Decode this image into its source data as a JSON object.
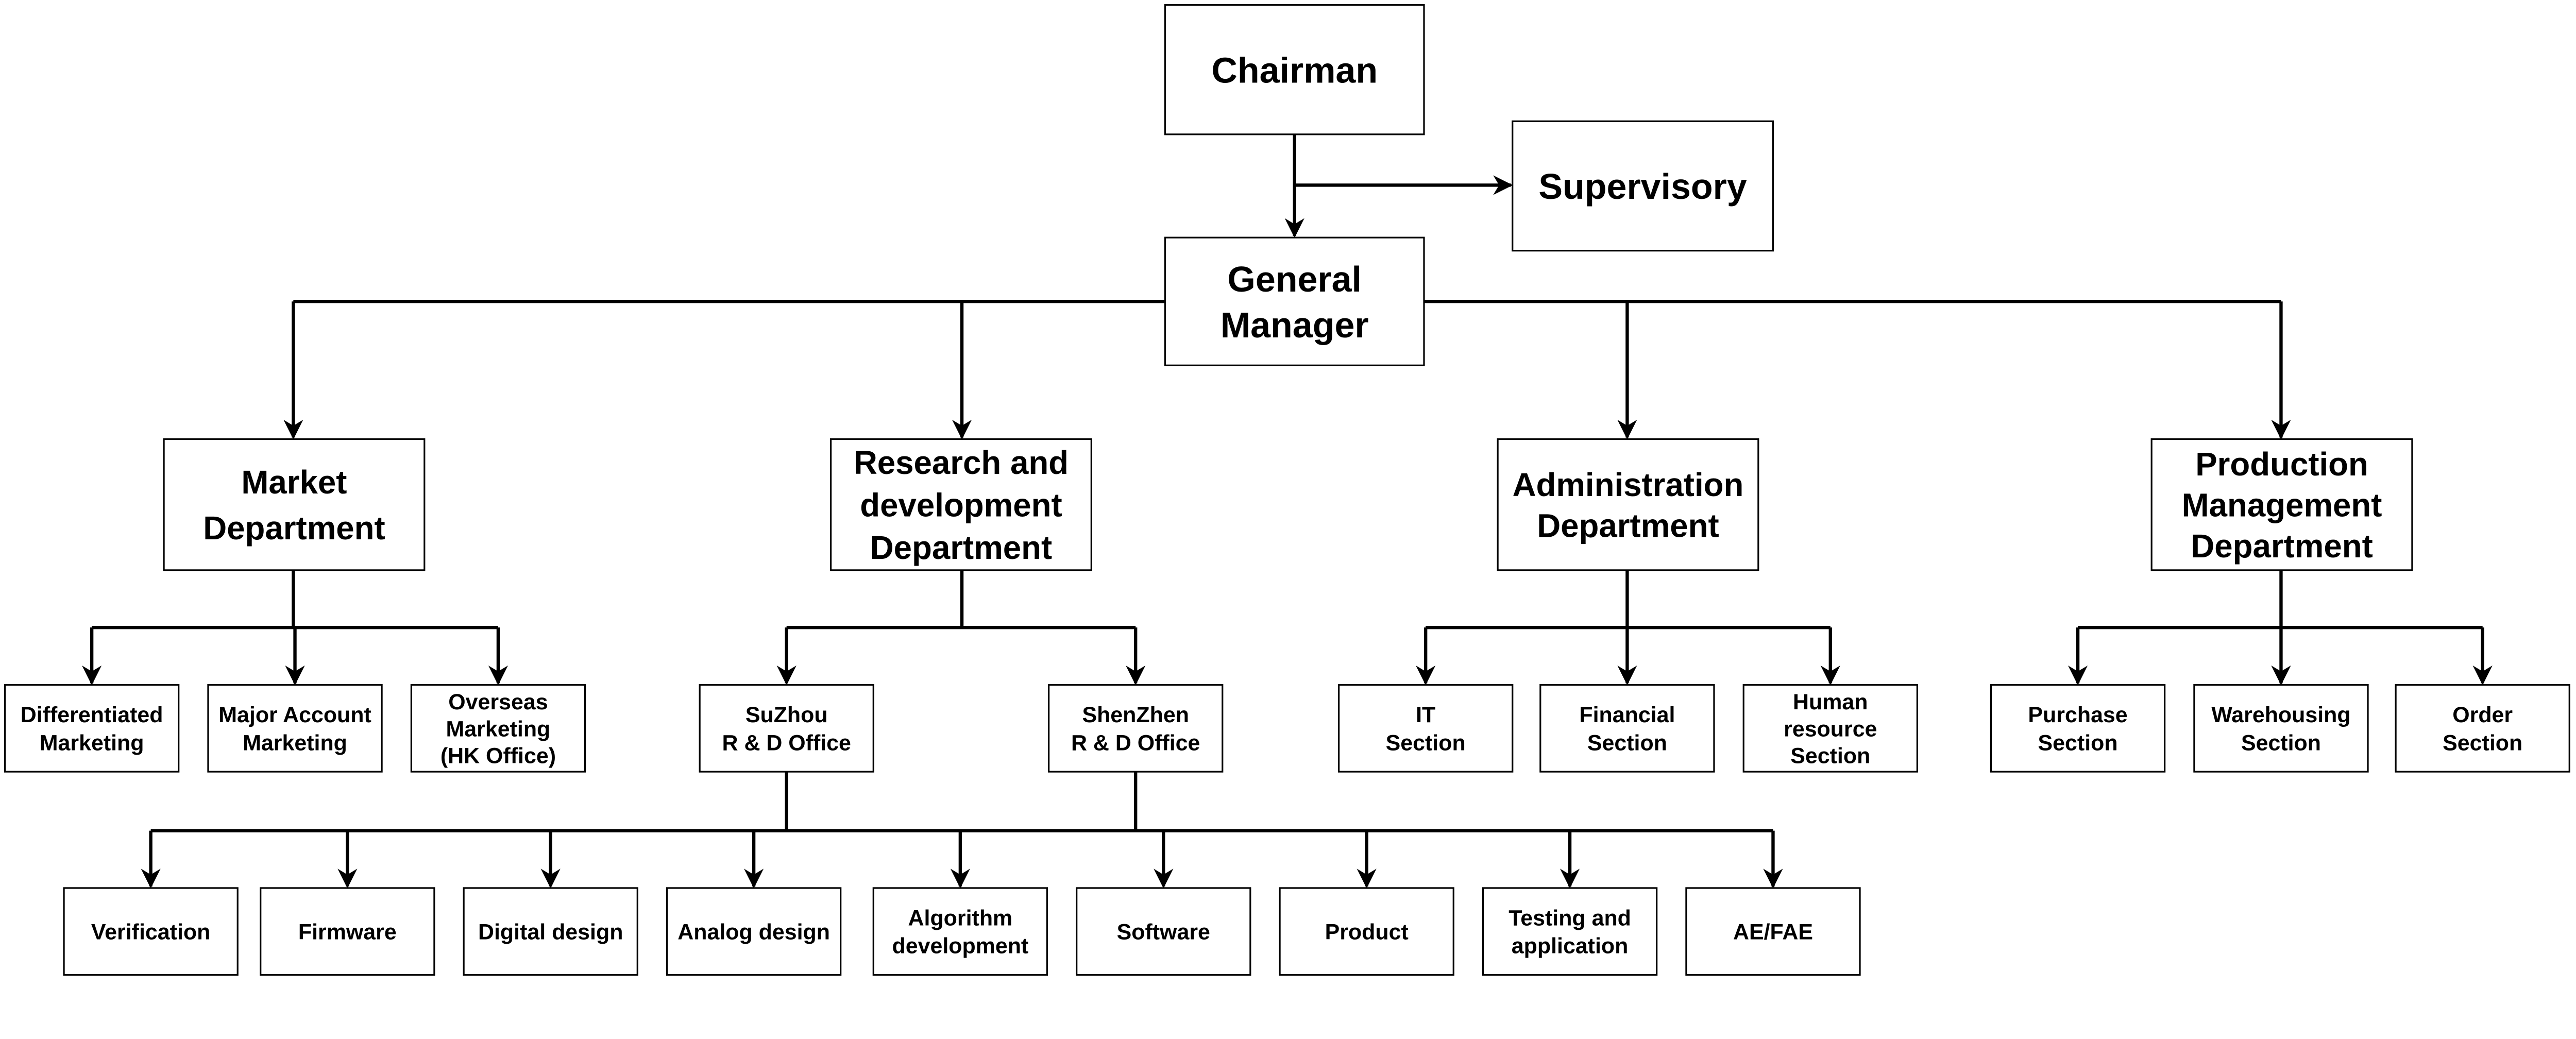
{
  "nodes": {
    "chairman": [
      "Chairman"
    ],
    "supervisory": [
      "Supervisory"
    ],
    "general_manager": [
      "General",
      "Manager"
    ],
    "market": [
      "Market",
      "Department"
    ],
    "rnd": [
      "Research and",
      "development",
      "Department"
    ],
    "administration": [
      "Administration",
      "Department"
    ],
    "production": [
      "Production",
      "Management",
      "Department"
    ],
    "differentiated_marketing": [
      "Differentiated",
      "Marketing"
    ],
    "major_account_marketing": [
      "Major Account",
      "Marketing"
    ],
    "overseas_marketing": [
      "Overseas",
      "Marketing",
      "(HK Office)"
    ],
    "suzhou_office": [
      "SuZhou",
      "R & D Office"
    ],
    "shenzhen_office": [
      "ShenZhen",
      "R & D Office"
    ],
    "it_section": [
      "IT",
      "Section"
    ],
    "financial_section": [
      "Financial",
      "Section"
    ],
    "hr_section": [
      "Human",
      "resource",
      "Section"
    ],
    "purchase_section": [
      "Purchase",
      "Section"
    ],
    "warehousing_section": [
      "Warehousing",
      "Section"
    ],
    "order_section": [
      "Order",
      "Section"
    ],
    "verification": [
      "Verification"
    ],
    "firmware": [
      "Firmware"
    ],
    "digital_design": [
      "Digital design"
    ],
    "analog_design": [
      "Analog design"
    ],
    "algorithm_development": [
      "Algorithm",
      "development"
    ],
    "software": [
      "Software"
    ],
    "product": [
      "Product"
    ],
    "testing_application": [
      "Testing and",
      "application"
    ],
    "ae_fae": [
      "AE/FAE"
    ]
  },
  "colors": {
    "line": "#000000",
    "box_fill": "#ffffff"
  }
}
